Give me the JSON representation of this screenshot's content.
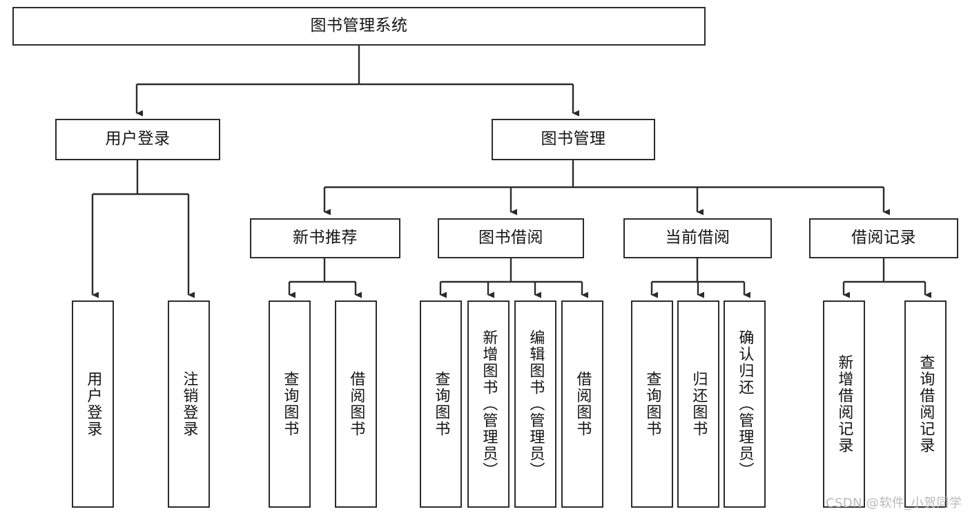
{
  "diagram": {
    "title": "图书管理系统",
    "type": "tree-hierarchy-chart",
    "watermark": "CSDN @软件_小贺同学",
    "colors": {
      "box_border": "#2b2b2b",
      "box_fill": "#ffffff",
      "connector": "#2b2b2b",
      "text": "#141414",
      "watermark": "#b9b9b9",
      "background": "#ffffff"
    },
    "root": {
      "label": "图书管理系统"
    },
    "level1": [
      {
        "label": "用户登录"
      },
      {
        "label": "图书管理"
      }
    ],
    "level2": [
      {
        "label": "新书推荐"
      },
      {
        "label": "图书借阅"
      },
      {
        "label": "当前借阅"
      },
      {
        "label": "借阅记录"
      }
    ],
    "leaves": {
      "user_login": [
        {
          "label": "用户登录"
        },
        {
          "label": "注销登录"
        }
      ],
      "new_book_recommend": [
        {
          "label": "查询图书"
        },
        {
          "label": "借阅图书"
        }
      ],
      "book_borrow": [
        {
          "label": "查询图书"
        },
        {
          "label": "新增图书（管理员）"
        },
        {
          "label": "编辑图书（管理员）"
        },
        {
          "label": "借阅图书"
        }
      ],
      "current_borrow": [
        {
          "label": "查询图书"
        },
        {
          "label": "归还图书"
        },
        {
          "label": "确认归还（管理员）"
        }
      ],
      "borrow_record": [
        {
          "label": "新增借阅记录"
        },
        {
          "label": "查询借阅记录"
        }
      ]
    }
  }
}
